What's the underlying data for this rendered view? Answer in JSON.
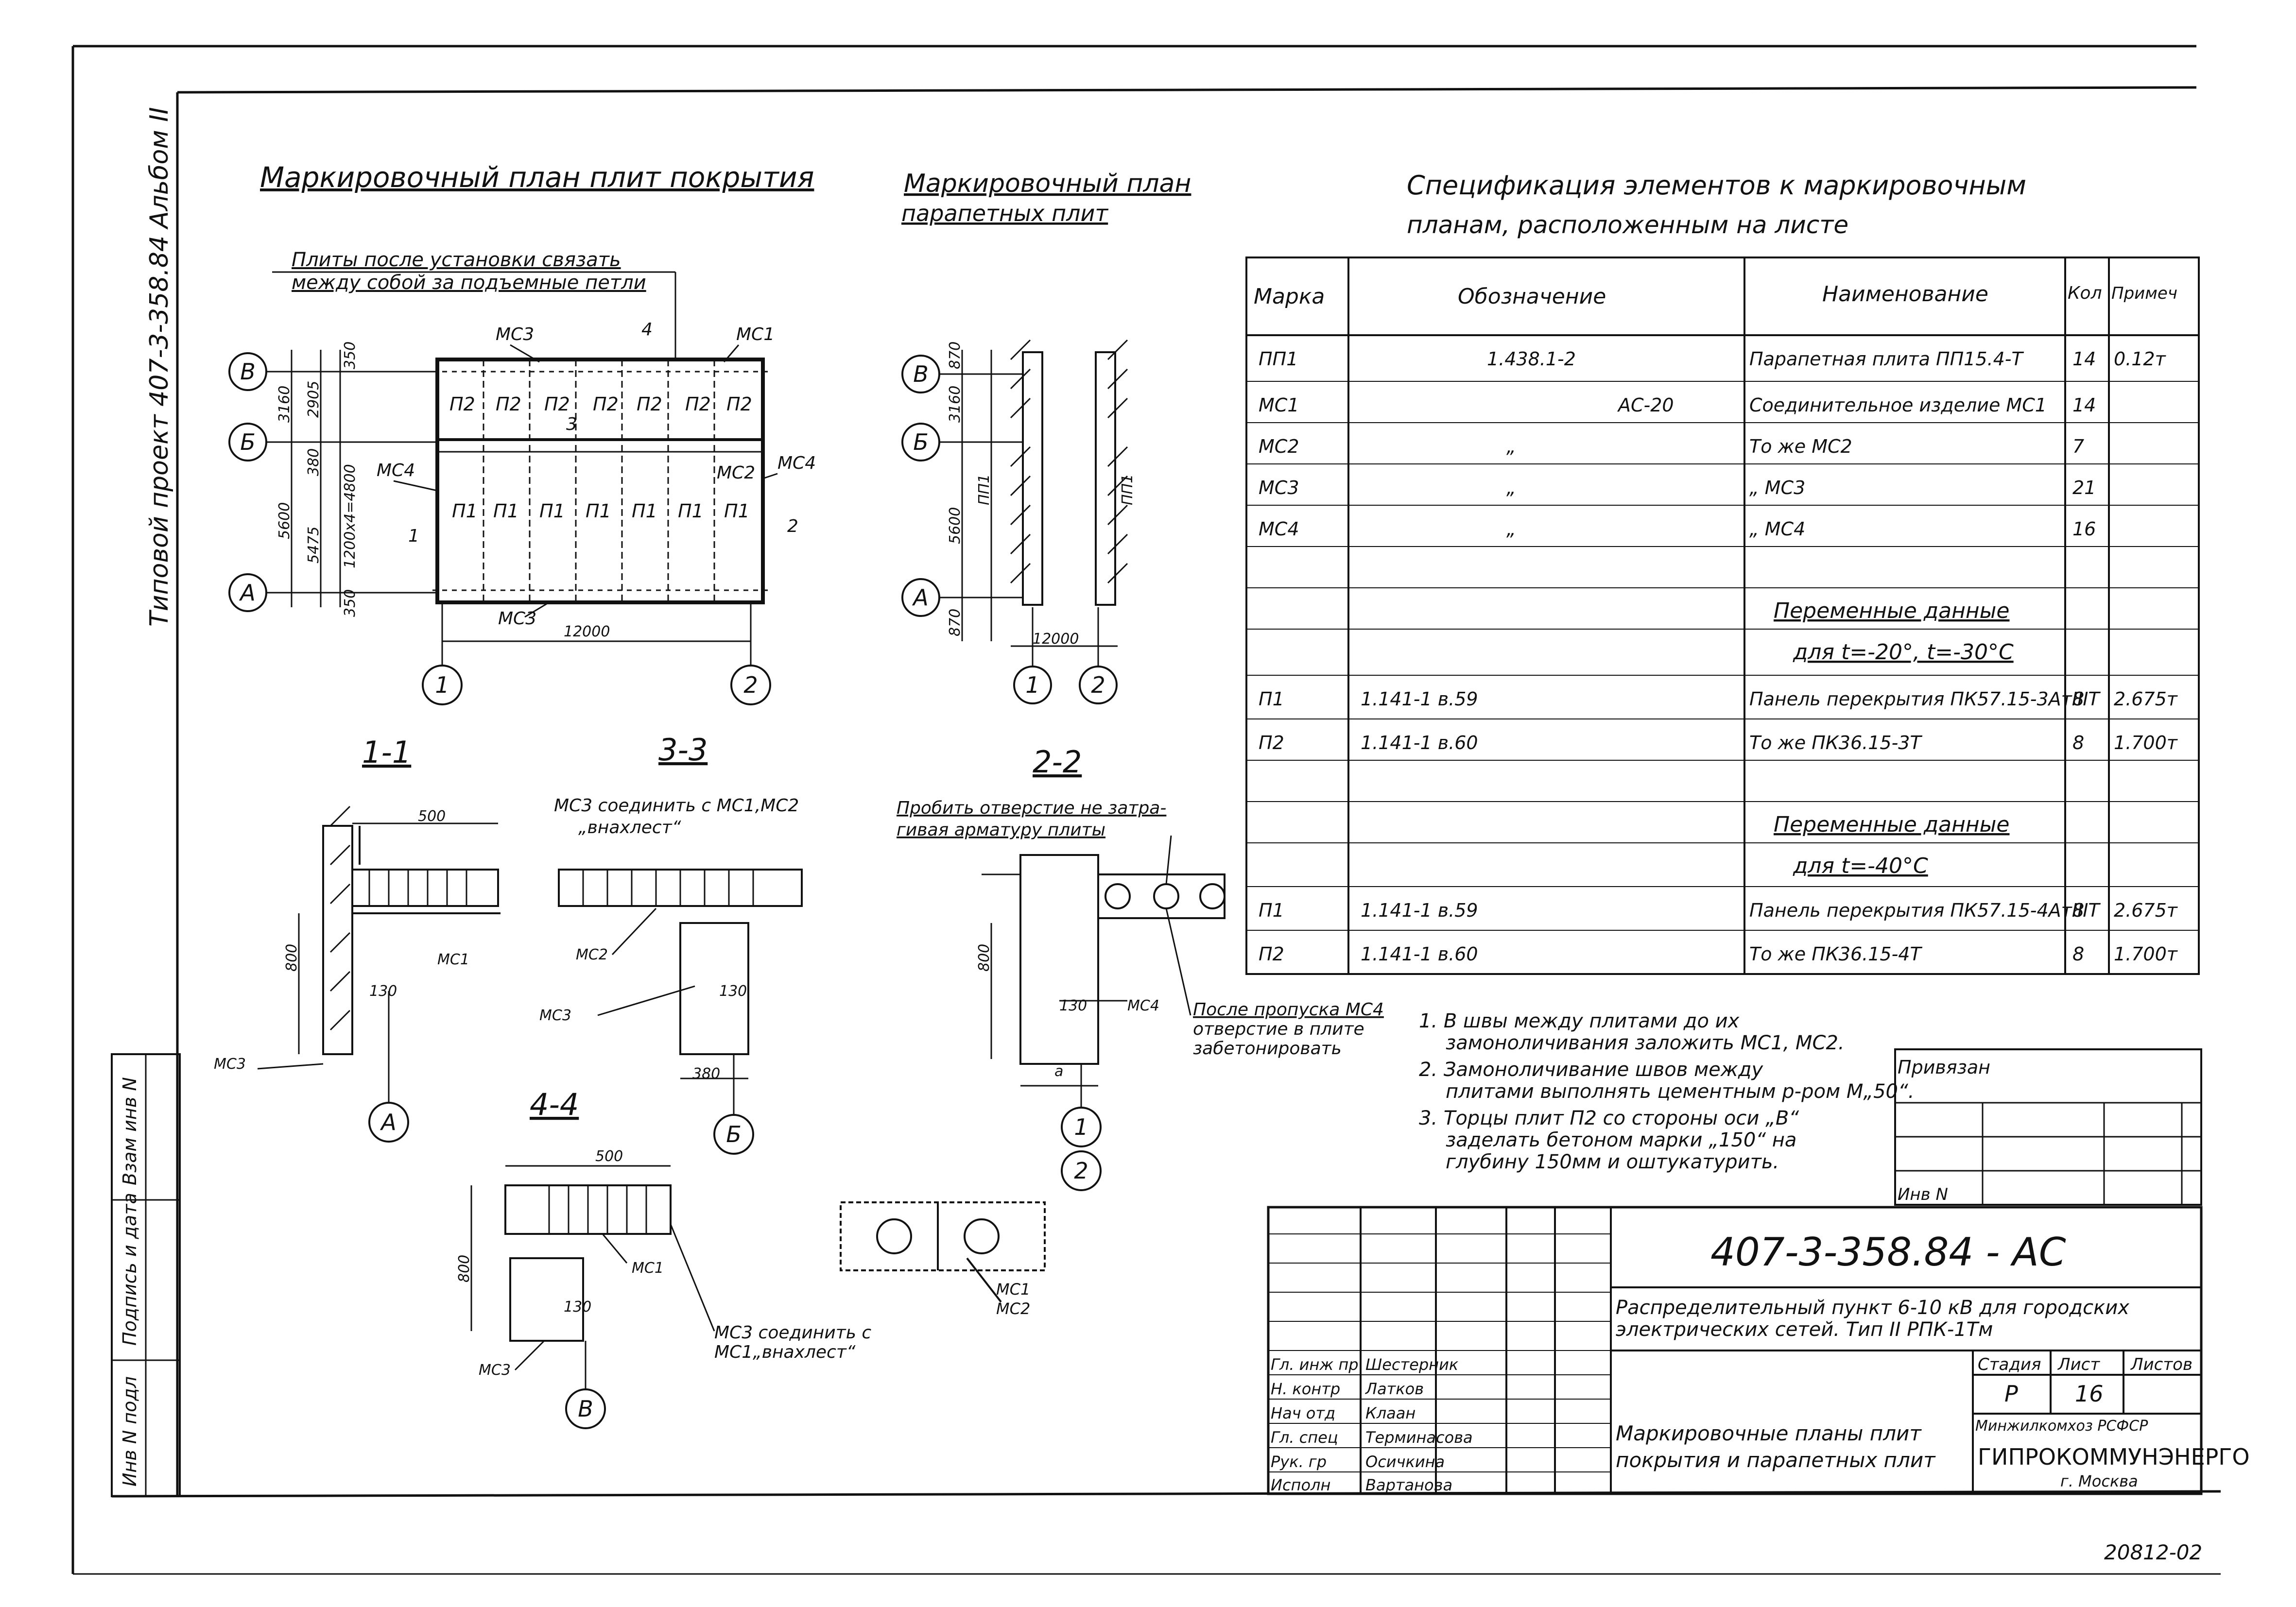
{
  "side_label": {
    "album": "Альбом II",
    "project": "Типовой проект 407-3-358.84"
  },
  "left_stamp": {
    "vzam": "Взам инв N",
    "podpis": "Подпись и дата",
    "inv": "Инв N подл"
  },
  "plan1": {
    "title": "Маркировочный план плит покрытия",
    "note_line1": "Плиты после установки связать",
    "note_line2": "между собой за подъемные петли",
    "axes_rows": [
      "В",
      "Б",
      "А"
    ],
    "axes_cols": [
      "1",
      "2"
    ],
    "dims": {
      "d3160": "3160",
      "d5600": "5600",
      "d350a": "350",
      "d2905": "2905",
      "d380": "380",
      "d5475": "5475",
      "d350b": "350",
      "d12000": "12000",
      "d1200x4": "1200х4=4800"
    },
    "row_top": [
      "П2",
      "П2",
      "П2",
      "П2",
      "П2",
      "П2",
      "П2"
    ],
    "row_bottom": [
      "П1",
      "П1",
      "П1",
      "П1",
      "П1",
      "П1",
      "П1"
    ],
    "tags": {
      "mc1": "МС1",
      "mc2": "МС2",
      "mc3_top": "МС3",
      "mc3_bot": "МС3",
      "mc4_left": "МС4",
      "mc4_right": "МС4",
      "cut1": "1",
      "cut2": "2",
      "cut3": "3",
      "cut4": "4"
    }
  },
  "plan2": {
    "title_line1": "Маркировочный план",
    "title_line2": "парапетных плит",
    "dims": {
      "d870a": "870",
      "d3160": "3160",
      "d5600": "5600",
      "d870b": "870",
      "d12000": "12000"
    },
    "pp1": "ПП1"
  },
  "sections": {
    "s11": "1-1",
    "s33": "3-3",
    "s22": "2-2",
    "s44": "4-4",
    "mc3_note_line1": "МС3 соединить с МС1,МС2",
    "mc3_note_line2": "„внахлест“",
    "pierce_line1": "Пробить отверстие не затра-",
    "pierce_line2": "гивая арматуру плиты",
    "after_line1": "После пропуска МС4",
    "after_line2": "отверстие в плите",
    "after_line3": "забетонировать",
    "mc3_44_line1": "МС3 соединить с",
    "mc3_44_line2": "МС1„внахлест“",
    "d500a": "500",
    "d500b": "500",
    "d800a": "800",
    "d800b": "800",
    "d800c": "800",
    "d130a": "130",
    "d130b": "130",
    "d130c": "130",
    "d130d": "130",
    "d380": "380",
    "da": "a",
    "mc1_11": "МС1",
    "mc2_33": "МС2",
    "mc3_33": "МС3",
    "mc3_11": "МС3",
    "mc4_22": "МС4",
    "mc1_44": "МС1",
    "mc3_44": "МС3",
    "mc1_det": "МС1",
    "mc2_det": "МС2",
    "axis_a": "А",
    "axis_b": "Б",
    "axis_v": "В",
    "axis_1": "1",
    "axis_2": "2"
  },
  "spec": {
    "title_line1": "Спецификация элементов к маркировочным",
    "title_line2": "планам, расположенным на листе",
    "headers": [
      "Марка",
      "Обозначение",
      "Наименование",
      "Кол",
      "Примеч"
    ],
    "rows": [
      [
        "ПП1",
        "1.438.1-2",
        "Парапетная плита ПП15.4-Т",
        "14",
        "0.12т"
      ],
      [
        "МС1",
        "АС-20",
        "Соединительное изделие МС1",
        "14",
        ""
      ],
      [
        "МС2",
        "„",
        "То же                      МС2",
        "7",
        ""
      ],
      [
        "МС3",
        "„",
        "„                          МС3",
        "21",
        ""
      ],
      [
        "МС4",
        "„",
        "„                          МС4",
        "16",
        ""
      ],
      [
        "",
        "",
        "",
        "",
        ""
      ],
      [
        "",
        "",
        "Переменные данные",
        "",
        ""
      ],
      [
        "",
        "",
        "для t=-20°, t=-30°C",
        "",
        ""
      ],
      [
        "П1",
        "1.141-1    в.59",
        "Панель перекрытия ПК57.15-3АтIIIТ",
        "8",
        "2.675т"
      ],
      [
        "П2",
        "1.141-1    в.60",
        "То же              ПК36.15-3Т",
        "8",
        "1.700т"
      ],
      [
        "",
        "",
        "",
        "",
        ""
      ],
      [
        "",
        "",
        "Переменные данные",
        "",
        ""
      ],
      [
        "",
        "",
        "для t=-40°C",
        "",
        ""
      ],
      [
        "П1",
        "1.141-1    в.59",
        "Панель перекрытия ПК57.15-4АтIIIТ",
        "8",
        "2.675т"
      ],
      [
        "П2",
        "1.141-1    в.60",
        "То же              ПК36.15-4Т",
        "8",
        "1.700т"
      ]
    ]
  },
  "notes": [
    "1. В швы между плитами до их",
    "замоноличивания заложить МС1, МС2.",
    "2. Замоноличивание швов между",
    "плитами выполнять цементным р-ром М„50“.",
    "3. Торцы плит П2 со стороны оси „В“",
    "заделать бетоном марки „150“ на",
    "глубину 150мм и оштукатурить."
  ],
  "privyazan": {
    "label": "Привязан",
    "inv": "Инв N"
  },
  "title_block": {
    "code": "407-3-358.84 - АС",
    "desc_line1": "Распределительный пункт 6-10 кВ для городских",
    "desc_line2": "электрических сетей.  Тип II РПК-1Тм",
    "sheet_name_line1": "Маркировочные планы плит",
    "sheet_name_line2": "покрытия и парапетных плит",
    "stage_h": "Стадия",
    "sheet_h": "Лист",
    "sheets_h": "Листов",
    "stage": "Р",
    "sheet": "16",
    "org_top": "Минжилкомхоз РСФСР",
    "org": "ГИПРОКОММУНЭНЕРГО",
    "city": "г. Москва",
    "signers": [
      [
        "Гл. инж пр",
        "Шестерник"
      ],
      [
        "Н. контр",
        "Латков"
      ],
      [
        "Нач отд",
        "Клаан"
      ],
      [
        "Гл. спец",
        "Терминасова"
      ],
      [
        "Рук. гр",
        "Осичкина"
      ],
      [
        "Исполн",
        "Вартанова"
      ]
    ]
  },
  "footer_number": "20812-02"
}
